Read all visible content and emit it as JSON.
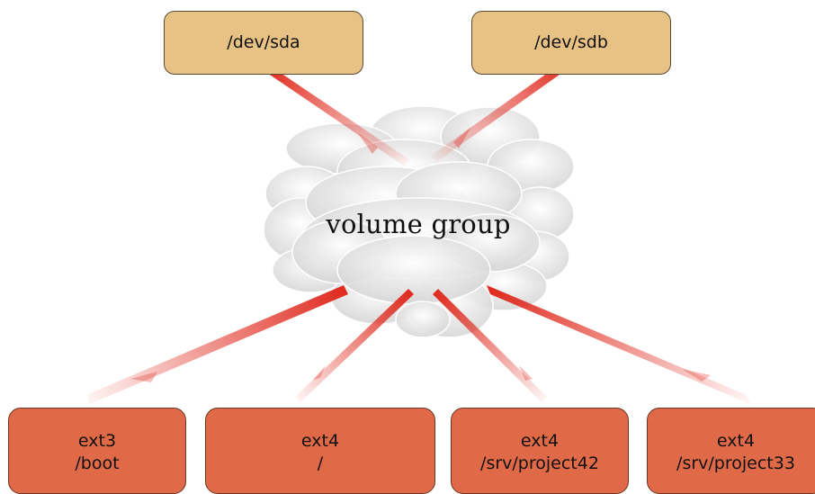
{
  "disks": [
    {
      "label": "/dev/sda"
    },
    {
      "label": "/dev/sdb"
    }
  ],
  "volume_group": {
    "label": "volume group"
  },
  "logical_volumes": [
    {
      "fs": "ext3",
      "mount": "/boot"
    },
    {
      "fs": "ext4",
      "mount": "/"
    },
    {
      "fs": "ext4",
      "mount": "/srv/project42"
    },
    {
      "fs": "ext4",
      "mount": "/srv/project33"
    }
  ],
  "colors": {
    "disk_fill": "#e8c285",
    "lv_fill": "#e06a47",
    "arrow": "#e03a2a",
    "cloud": "#d8d8d8"
  }
}
